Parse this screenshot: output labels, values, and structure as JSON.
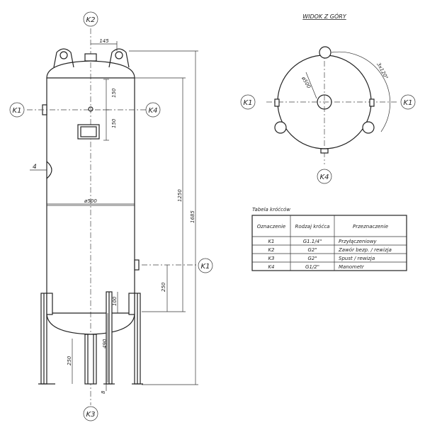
{
  "side_view": {
    "markers": {
      "K2": "K2",
      "K1_left": "K1",
      "K4": "K4",
      "K1_right": "K1",
      "K3": "K3"
    },
    "dims": {
      "top_offset": "145",
      "d150a": "150",
      "d150b": "150",
      "diameter": "ø500",
      "h1250": "1250",
      "h1685": "1685",
      "d250": "250",
      "d100": "100",
      "d490": "490",
      "d250b": "250",
      "d8": "8",
      "item4": "4"
    }
  },
  "top_view": {
    "title": "WIDOK Z GÓRY",
    "angle_label": "3x120°",
    "diameter_label": "ø500",
    "markers": {
      "K1_left": "K1",
      "K1_right": "K1",
      "K4": "K4"
    }
  },
  "table": {
    "caption": "Tabela króćców",
    "headers": [
      "Oznaczenie",
      "Rodzaj króćca",
      "Przeznaczenie"
    ],
    "rows": [
      [
        "K1",
        "G1.1/4\"",
        "Przyłączeniowy"
      ],
      [
        "K2",
        "G2\"",
        "Zawór bezp. / rewizja"
      ],
      [
        "K3",
        "G2\"",
        "Spust / rewizja"
      ],
      [
        "K4",
        "G1/2\"",
        "Manometr"
      ]
    ]
  }
}
